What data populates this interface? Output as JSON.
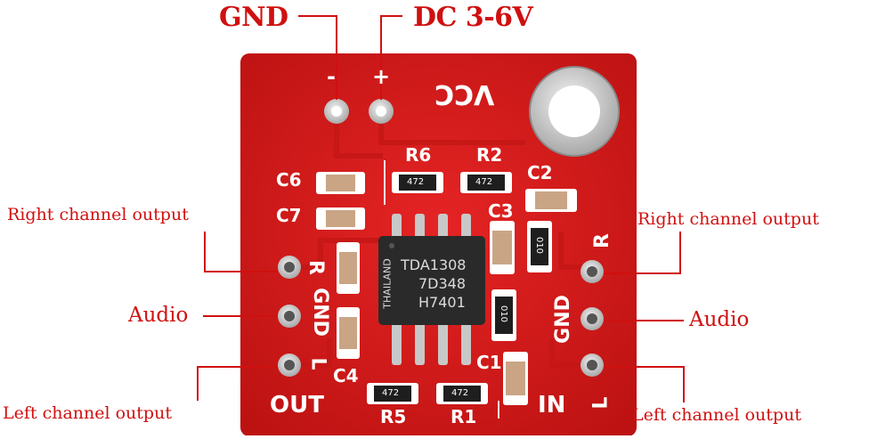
{
  "callouts": {
    "gnd_top": "GND",
    "dc_top": "DC 3-6V",
    "right_out_left": "Right channel output",
    "right_out_right": "Right channel output",
    "audio_left": "Audio",
    "audio_right": "Audio",
    "left_out_left": "Left channel output",
    "left_out_right": "Left channel output"
  },
  "board": {
    "pin_minus": "-",
    "pin_plus": "+",
    "vcc": "VCC",
    "r6": "R6",
    "r2": "R2",
    "c6": "C6",
    "c2": "C2",
    "c7": "C7",
    "c3": "C3",
    "c4": "C4",
    "c1": "C1",
    "r5": "R5",
    "r1": "R1",
    "out_r": "R",
    "out_gnd": "GND",
    "out_l": "L",
    "out": "OUT",
    "in_r": "R",
    "in_gnd": "GND",
    "in_l": "L",
    "in": "IN",
    "resistor_code": "472",
    "cap_code": "010",
    "chip_line1": "TDA1308",
    "chip_line2": "7D348",
    "chip_line3": "H7401",
    "chip_origin": "THAILAND"
  },
  "colors": {
    "pcb": "#d11a1a",
    "callout": "#d01010",
    "silkscreen": "#ffffff",
    "chip": "#2a2a2a"
  }
}
